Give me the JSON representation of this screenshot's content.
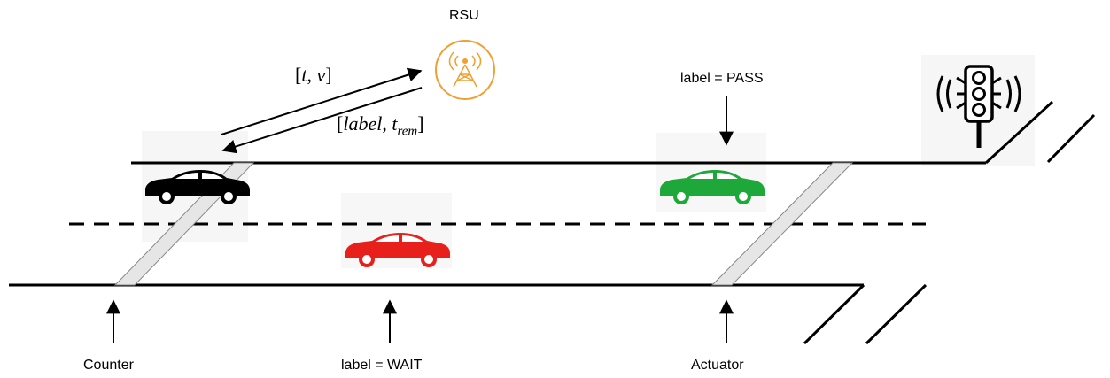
{
  "rsu": {
    "label": "RSU",
    "color": "#f0a030"
  },
  "messages": {
    "uplink": {
      "open": "[",
      "t": "t",
      "sep": ", ",
      "v": "v",
      "close": "]"
    },
    "downlink": {
      "open": "[",
      "label": "label",
      "sep": ", ",
      "t": "t",
      "sub": "rem",
      "close": "]"
    }
  },
  "annotations": {
    "pass": "label = PASS",
    "wait": "label = WAIT",
    "counter": "Counter",
    "actuator": "Actuator"
  },
  "vehicles": [
    {
      "role": "reporting-car",
      "color": "#000000"
    },
    {
      "role": "waiting-car",
      "color": "#e8201c"
    },
    {
      "role": "passing-car",
      "color": "#1fa83a"
    }
  ],
  "icons": [
    "rsu-antenna-icon",
    "traffic-light-icon",
    "car-icon"
  ]
}
